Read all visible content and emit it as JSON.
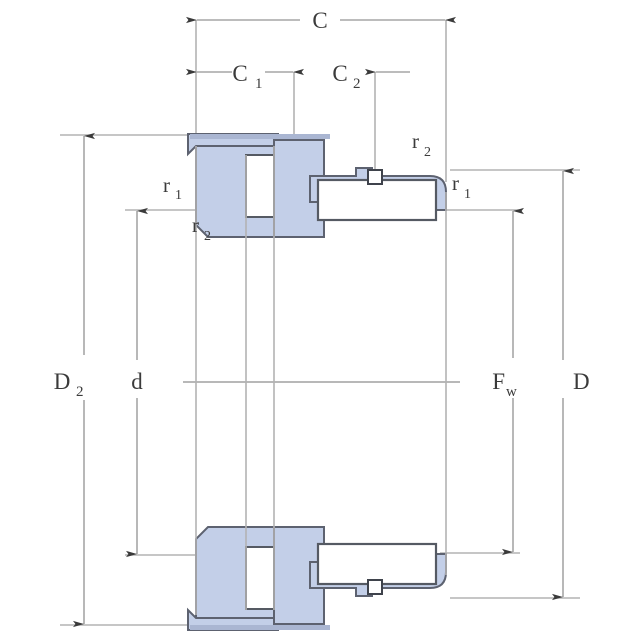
{
  "diagram": {
    "title": "Rolling bearing cross-section dimensional drawing",
    "type": "engineering-cross-section",
    "colors": {
      "part_fill": "#c3cfe8",
      "part_outline": "#5d6270",
      "roller_fill": "#ffffff",
      "dimension_line": "#a6a6a6",
      "label_text": "#3b3b3b",
      "background": "#ffffff"
    },
    "labels": {
      "width_total": "C",
      "width_total_sub": "",
      "width_inner": "C",
      "width_inner_sub": "1",
      "width_outer": "C",
      "width_outer_sub": "2",
      "outer_diameter_two": "D",
      "outer_diameter_two_sub": "2",
      "bore_diameter": "d",
      "bore_diameter_sub": "",
      "roller_race_diameter": "F",
      "roller_race_diameter_sub": "w",
      "outer_diameter": "D",
      "outer_diameter_sub": "",
      "chamfer_one_left": "r",
      "chamfer_one_left_sub": "1",
      "chamfer_two_left": "r",
      "chamfer_two_left_sub": "2",
      "chamfer_two_right": "r",
      "chamfer_two_right_sub": "2",
      "chamfer_one_right": "r",
      "chamfer_one_right_sub": "1"
    }
  }
}
